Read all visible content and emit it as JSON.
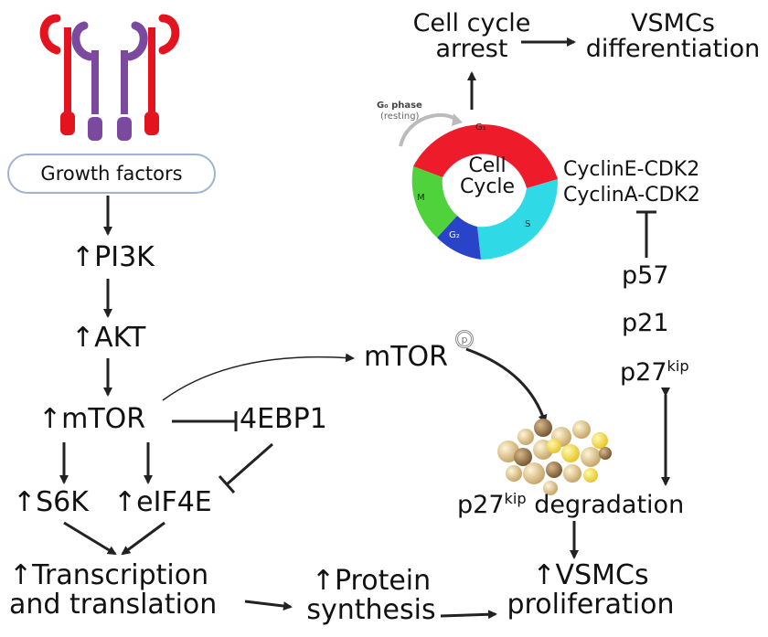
{
  "growth_factors": "Growth factors",
  "pi3k": "↑PI3K",
  "akt": "↑AKT",
  "mtor_left": "↑mTOR",
  "ebp1": "4EBP1",
  "s6k": "↑S6K",
  "eif4e": "↑eIF4E",
  "transcription": [
    "↑Transcription",
    "and translation"
  ],
  "protein": [
    "↑Protein",
    "synthesis"
  ],
  "vsmcs_prolif": [
    "↑VSMCs",
    "proliferation"
  ],
  "mtor_p": "mTOR",
  "p_symbol": "p",
  "degradation": {
    "base": "p27",
    "sup": "kip",
    "rest": " degradation"
  },
  "p27": {
    "base": "p27",
    "sup": "kip"
  },
  "p21": "p21",
  "p57": "p57",
  "cyclins": [
    "CyclinE-CDK2",
    "CyclinA-CDK2"
  ],
  "cell_cycle_arrest": [
    "Cell cycle",
    "arrest"
  ],
  "vsmcs_diff": [
    "VSMCs",
    "differentiation"
  ],
  "cycle": {
    "center": [
      "Cell",
      "Cycle"
    ],
    "g0": "G₀ phase",
    "g0_note": "(resting)",
    "g1": "G₁",
    "s": "S",
    "g2": "G₂",
    "m": "M"
  },
  "colors": {
    "receptor_red": "#e3141f",
    "receptor_purple": "#7b4a9e",
    "box_border": "#9fb3d1",
    "g1": "#ee1b2b",
    "s": "#2fd9e6",
    "g2": "#2a44c9",
    "m": "#4fd23b"
  }
}
